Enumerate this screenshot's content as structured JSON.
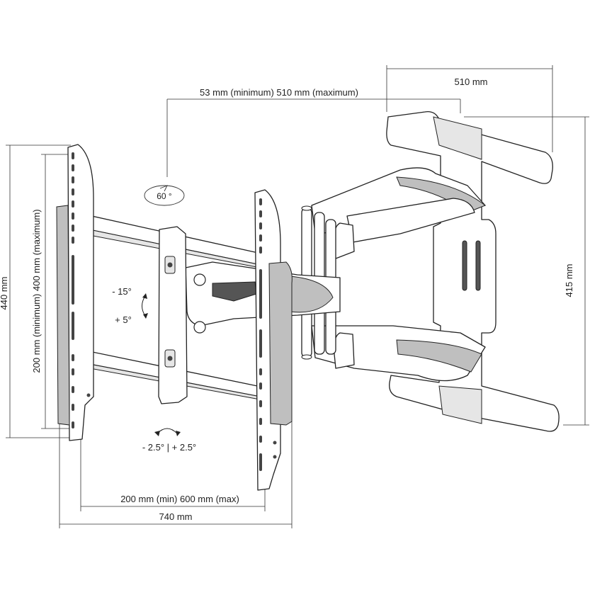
{
  "labels": {
    "depth_top": "510 mm",
    "distance_min_max": "53 mm (minimum) 510 mm (maximum)",
    "swivel": "60 °",
    "tilt_minus": "- 15°",
    "tilt_plus": "+ 5°",
    "rotation": "- 2.5° | + 2.5°",
    "height_total": "440 mm",
    "vesa_vertical": "200 mm (minimum) 400 mm (maximum)",
    "vesa_horizontal": "200 mm (min) 600 mm (max)",
    "width_total": "740 mm",
    "arm_height": "415 mm"
  }
}
